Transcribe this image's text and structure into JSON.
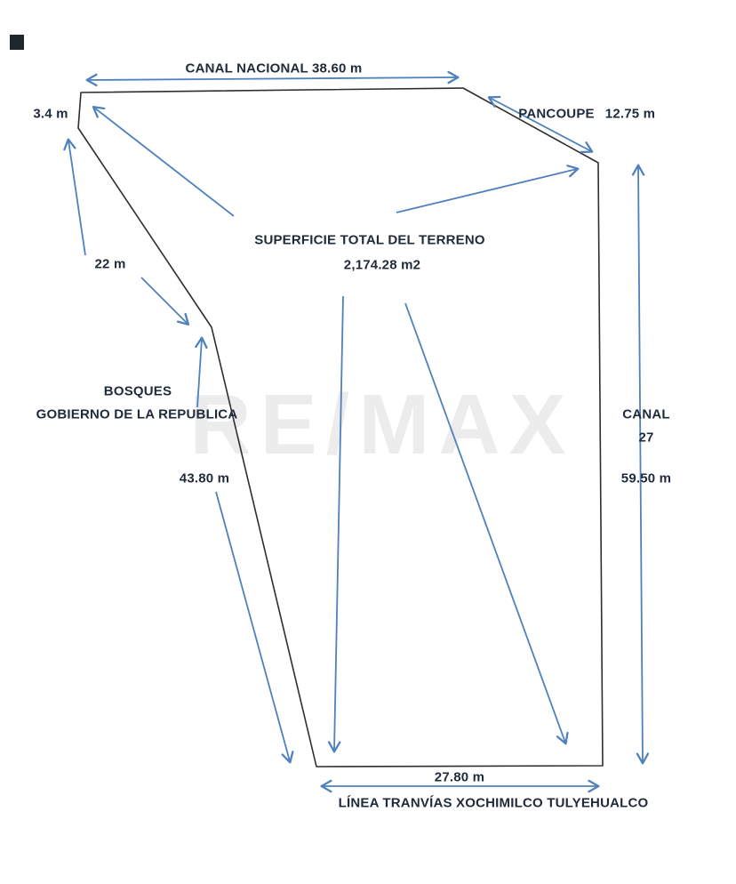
{
  "diagram": {
    "watermark": "RE/MAX",
    "labels": {
      "canal_nacional": "CANAL NACIONAL 38.60 m",
      "side_3_4": "3.4  m",
      "pancoupe": "PANCOUPE",
      "pancoupe_length": "12.75 m",
      "side_22": "22 m",
      "superficie_title": "SUPERFICIE TOTAL DEL TERRENO",
      "superficie_value": "2,174.28 m2",
      "bosques_line1": "BOSQUES",
      "bosques_line2": "GOBIERNO DE LA REPUBLICA",
      "side_43_80": "43.80 m",
      "canal_right_line1": "CANAL",
      "canal_right_line2": "27",
      "side_59_50": "59.50 m",
      "side_27_80": "27.80 m",
      "linea_tranvias": "LÍNEA TRANVÍAS XOCHIMILCO TULYEHUALCO"
    },
    "colors": {
      "outline": "#2e2e2e",
      "arrow": "#4f81bd",
      "text": "#1f2a3a",
      "watermark_opacity": "0.07"
    }
  }
}
